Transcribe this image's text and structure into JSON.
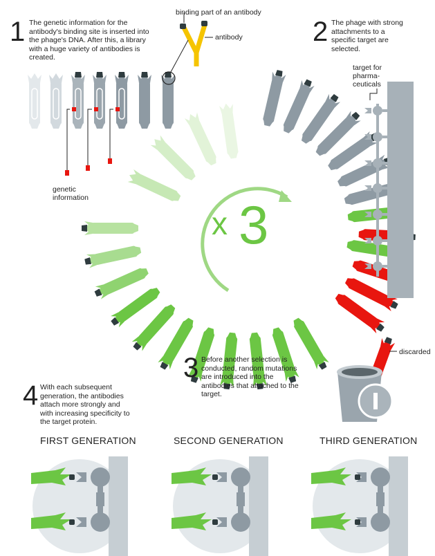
{
  "steps": [
    {
      "number": "1",
      "text": "The genetic information for the antibody's binding site is inserted into the phage's DNA. After this, a library with a huge variety of antibodies is created."
    },
    {
      "number": "2",
      "text": "The phage with strong attachments to a specific target are selected."
    },
    {
      "number": "3",
      "text": "Before another selection is conducted, random mutations are introduced into the antibodies that attached to the target."
    },
    {
      "number": "4",
      "text": "With each subsequent generation, the antibodies attach more strongly and with increasing specificity to the target protein."
    }
  ],
  "labels": {
    "binding_part": "binding part of an antibody",
    "antibody": "antibody",
    "genetic_information": "genetic information",
    "target": "target for pharma-ceuticals",
    "discarded": "discarded",
    "multiplier_x": "x",
    "multiplier_n": "3"
  },
  "generations": [
    "FIRST GENERATION",
    "SECOND GENERATION",
    "THIRD GENERATION"
  ],
  "colors": {
    "grey": "#8e9aa3",
    "dark": "#2f3c3f",
    "green": "#6cc644",
    "light_green": "#b7e2a0",
    "red": "#e8160f",
    "yellow": "#f5c400",
    "target": "#a7b1b8"
  }
}
